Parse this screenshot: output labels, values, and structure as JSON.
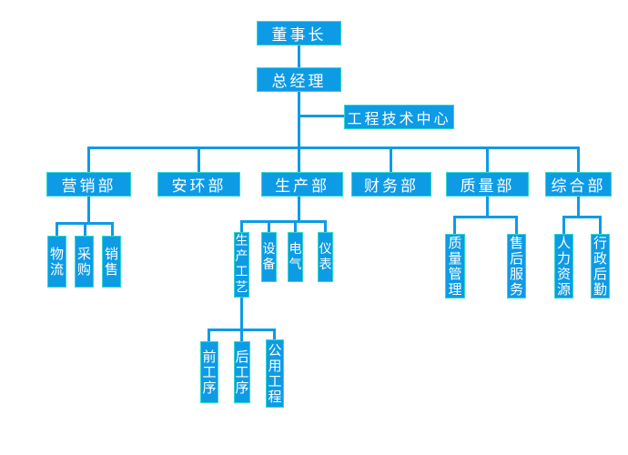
{
  "diagram": {
    "type": "org-chart",
    "background_color": "#ffffff",
    "node_fill_color": "#0e9be6",
    "node_border_color": "#2fd8c8",
    "connector_color": "#0e9be6",
    "text_color": "#ffffff"
  },
  "nodes": {
    "chairman": "董事长",
    "general_manager": "总经理",
    "engineering_tech_center": "工程技术中心",
    "marketing_dept": "营销部",
    "safety_env_dept": "安环部",
    "production_dept": "生产部",
    "finance_dept": "财务部",
    "quality_dept": "质量部",
    "general_dept": "综合部",
    "logistics": "物流",
    "purchasing": "采购",
    "sales": "销售",
    "production_process": "生产工艺",
    "equipment": "设备",
    "electrical": "电气",
    "instrumentation": "仪表",
    "front_process": "前工序",
    "rear_process": "后工序",
    "utility_engineering": "公用工程",
    "quality_management": "质量管理",
    "after_sales_service": "售后服务",
    "human_resources": "人力资源",
    "admin_logistics": "行政后勤"
  },
  "org_tree": {
    "label": "董事长",
    "children": [
      {
        "label": "总经理",
        "children": [
          {
            "label": "工程技术中心",
            "children": []
          },
          {
            "label": "营销部",
            "children": [
              {
                "label": "物流"
              },
              {
                "label": "采购"
              },
              {
                "label": "销售"
              }
            ]
          },
          {
            "label": "安环部",
            "children": []
          },
          {
            "label": "生产部",
            "children": [
              {
                "label": "生产工艺",
                "children": [
                  {
                    "label": "前工序"
                  },
                  {
                    "label": "后工序"
                  },
                  {
                    "label": "公用工程"
                  }
                ]
              },
              {
                "label": "设备"
              },
              {
                "label": "电气"
              },
              {
                "label": "仪表"
              }
            ]
          },
          {
            "label": "财务部",
            "children": []
          },
          {
            "label": "质量部",
            "children": [
              {
                "label": "质量管理"
              },
              {
                "label": "售后服务"
              }
            ]
          },
          {
            "label": "综合部",
            "children": [
              {
                "label": "人力资源"
              },
              {
                "label": "行政后勤"
              }
            ]
          }
        ]
      }
    ]
  }
}
